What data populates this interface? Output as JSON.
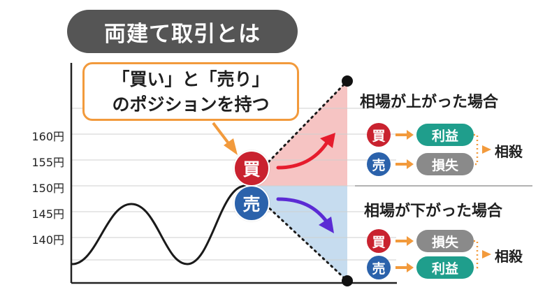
{
  "title": "両建て取引とは",
  "callout": {
    "line1": "「買い」と「売り」",
    "line2": "のポジションを持つ"
  },
  "y_axis": {
    "labels": [
      "160円",
      "155円",
      "150円",
      "145円",
      "140円"
    ]
  },
  "positions": {
    "buy": "買",
    "sell": "売"
  },
  "scenario_up": {
    "heading": "相場が上がった場合",
    "buy_outcome": "利益",
    "sell_outcome": "損失",
    "result": "相殺"
  },
  "scenario_down": {
    "heading": "相場が下がった場合",
    "buy_outcome": "損失",
    "sell_outcome": "利益",
    "result": "相殺"
  },
  "colors": {
    "buy_red": "#c9222f",
    "sell_blue": "#2b62ab",
    "profit_green": "#1f9e8c",
    "loss_gray": "#8a8a8a",
    "accent_orange": "#f29a3c",
    "up_fill": "#f6c4c3",
    "down_fill": "#c6dcef",
    "arrow_red": "#e61c2d",
    "arrow_purple": "#5b2bd4"
  }
}
